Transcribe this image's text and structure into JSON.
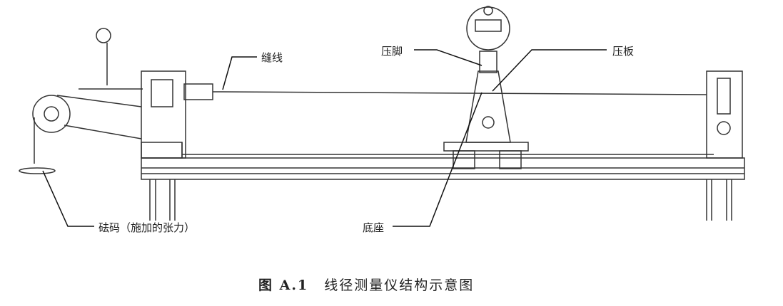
{
  "labels": {
    "thread": "缝线",
    "presser_foot": "压脚",
    "pressure_plate": "压板",
    "weight": "砝码（施加的张力）",
    "base": "底座"
  },
  "caption": {
    "number": "图 A.1",
    "title": "线径测量仪结构示意图"
  }
}
